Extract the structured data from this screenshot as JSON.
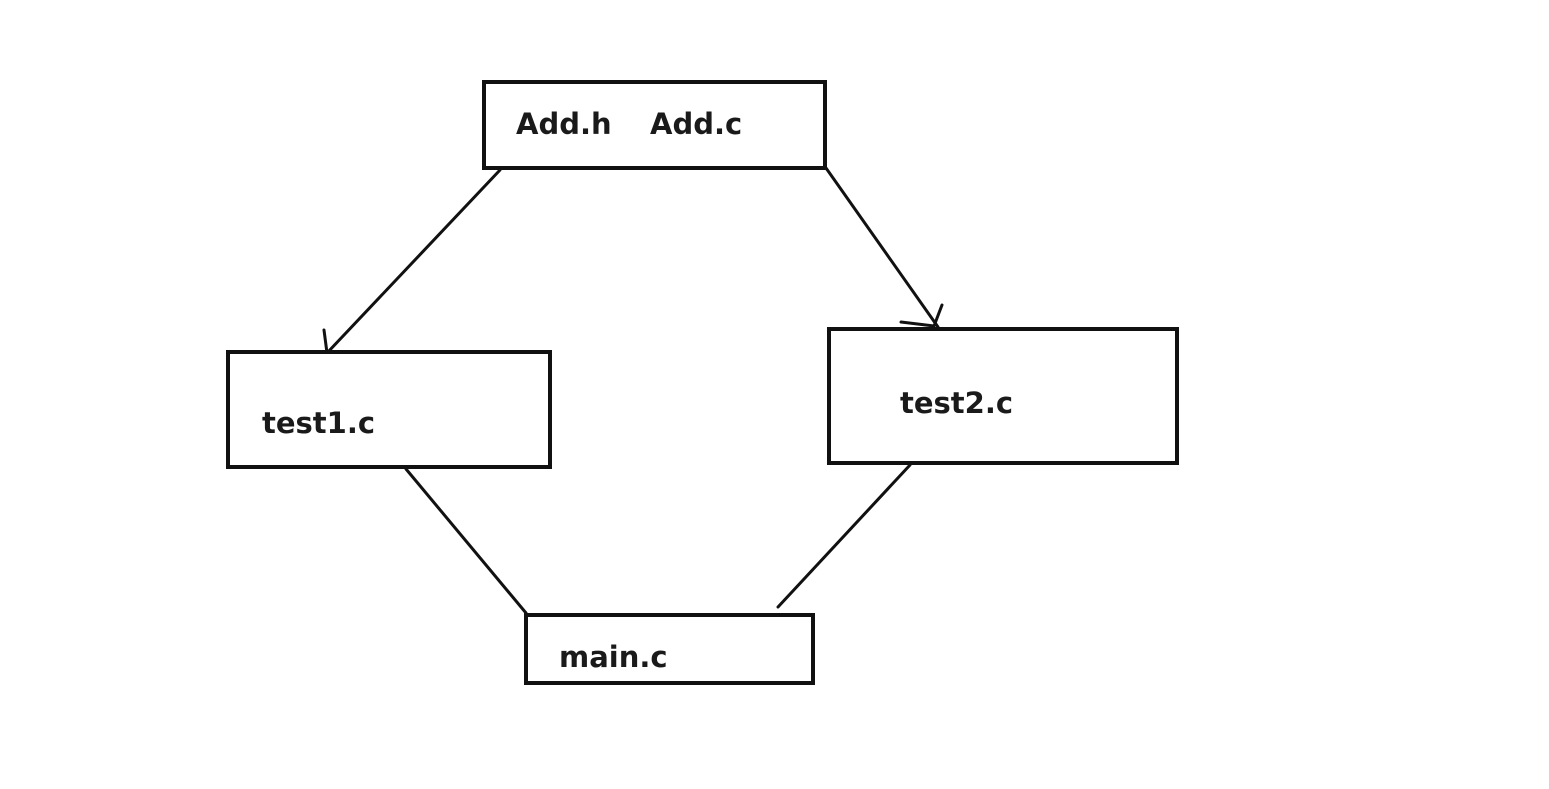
{
  "nodes": {
    "add": {
      "header_label": "Add.h",
      "source_label": "Add.c"
    },
    "test1": {
      "label": "test1.c"
    },
    "test2": {
      "label": "test2.c"
    },
    "main": {
      "label": "main.c"
    }
  },
  "edges": [
    {
      "from": "add",
      "to": "test1",
      "arrow": true
    },
    {
      "from": "add",
      "to": "test2",
      "arrow": true
    },
    {
      "from": "test1",
      "to": "main",
      "arrow": false
    },
    {
      "from": "test2",
      "to": "main",
      "arrow": false
    }
  ],
  "colors": {
    "stroke": "#111111",
    "text": "#1a1a1a",
    "background": "#ffffff"
  }
}
